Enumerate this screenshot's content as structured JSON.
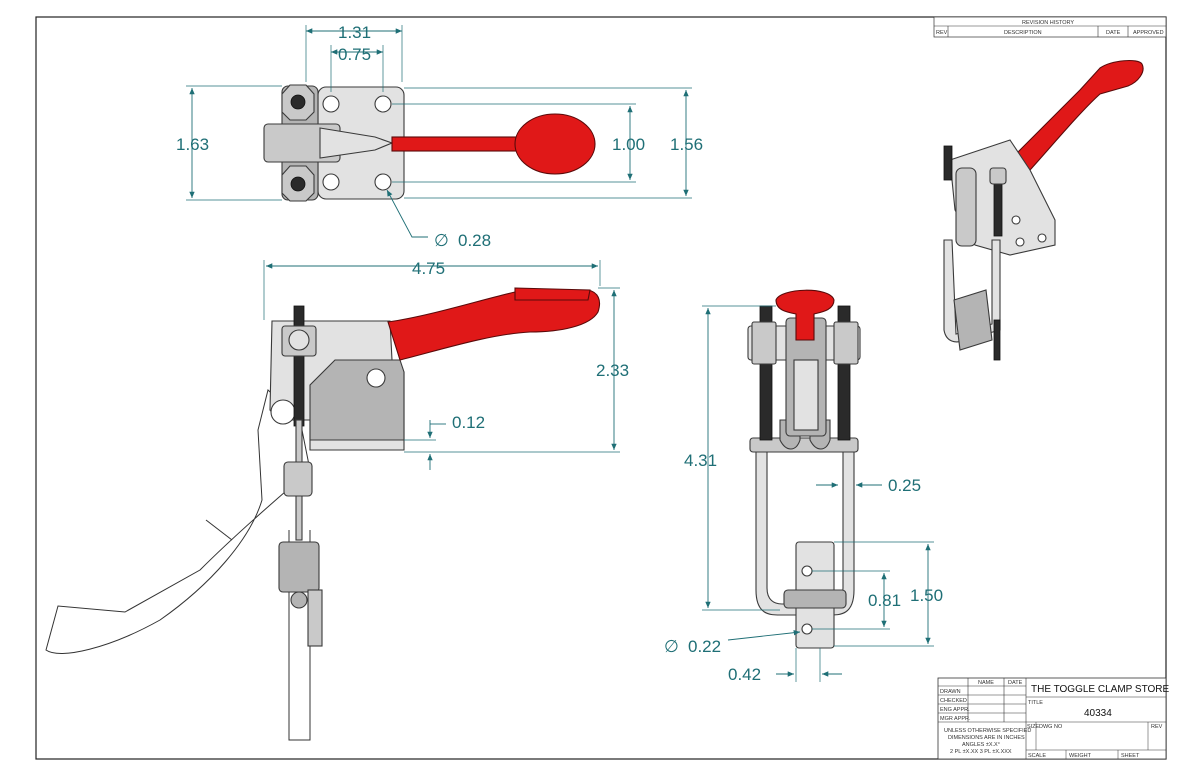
{
  "dimensions": {
    "top_width_outer": "1.31",
    "top_width_inner": "0.75",
    "top_height_left": "1.63",
    "top_hole_spacing": "1.00",
    "top_height_right": "1.56",
    "top_hole_dia": "0.28",
    "side_length": "4.75",
    "side_height": "2.33",
    "side_base_thickness": "0.12",
    "front_height": "4.31",
    "front_rod_dia": "0.25",
    "front_plate_height": "1.50",
    "front_hole_spacing": "0.81",
    "front_hole_dia": "0.22",
    "front_plate_width": "0.42"
  },
  "diameter_symbol": "∅",
  "revision_block": {
    "title": "REVISION HISTORY",
    "columns": [
      "REV",
      "DESCRIPTION",
      "DATE",
      "APPROVED"
    ]
  },
  "title_block": {
    "col_name": "NAME",
    "col_date": "DATE",
    "rows": [
      "DRAWN",
      "CHECKED",
      "ENG APPR.",
      "MGR APPR."
    ],
    "notes": [
      "UNLESS OTHERWISE SPECIFIED",
      "DIMENSIONS ARE IN INCHES",
      "ANGLES ±X.X°",
      "2 PL ±X.XX  3 PL ±X.XXX"
    ],
    "company": "THE TOGGLE CLAMP STORE",
    "title_label": "TITLE",
    "title": "40334",
    "size_label": "SIZE",
    "dwg_label": "DWG NO",
    "rev_label": "REV",
    "scale_label": "SCALE",
    "weight_label": "WEIGHT",
    "sheet_label": "SHEET"
  },
  "colors": {
    "dimension": "#1f6f76",
    "handle": "#e01818",
    "steel": "#c9c9c9"
  }
}
